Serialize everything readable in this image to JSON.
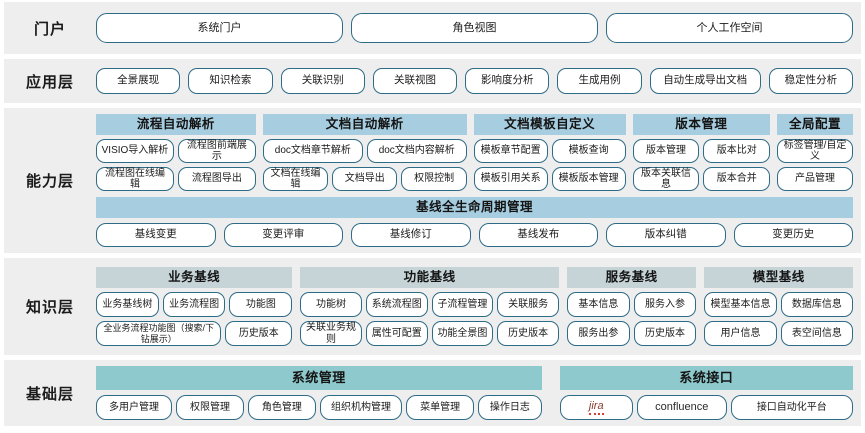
{
  "diagram": {
    "title": "系统分层架构图",
    "colors": {
      "band": "#eeeeee",
      "pill_border": "#2e6b86",
      "capability_head": "#a7cee0",
      "knowledge_head": "#c6d4d7",
      "base_head": "#8ec9cd"
    }
  },
  "layers": {
    "portal": {
      "label": "门户",
      "items": [
        {
          "label": "系统门户"
        },
        {
          "label": "角色视图"
        },
        {
          "label": "个人工作空间"
        }
      ]
    },
    "application": {
      "label": "应用层",
      "items": [
        {
          "label": "全景展现",
          "width": "w1"
        },
        {
          "label": "知识检索",
          "width": "w1"
        },
        {
          "label": "关联识别",
          "width": "w1"
        },
        {
          "label": "关联视图",
          "width": "w1"
        },
        {
          "label": "影响度分析",
          "width": "w1"
        },
        {
          "label": "生成用例",
          "width": "w1"
        },
        {
          "label": "自动生成导出文档",
          "width": "w2"
        },
        {
          "label": "稳定性分析",
          "width": "w1"
        }
      ]
    },
    "capability": {
      "label": "能力层",
      "groups": [
        {
          "title": "流程自动解析",
          "flex": 2,
          "rows": [
            [
              "VISIO导入解析",
              "流程图前端展示"
            ],
            [
              "流程图在线编辑",
              "流程图导出"
            ]
          ]
        },
        {
          "title": "文档自动解析",
          "flex": 2.55,
          "rows": [
            [
              "doc文档章节解析",
              "doc文档内容解析"
            ],
            [
              "文档在线编辑",
              "文档导出",
              "权限控制"
            ]
          ]
        },
        {
          "title": "文档模板自定义",
          "flex": 1.9,
          "rows": [
            [
              "模板章节配置",
              "模板查询"
            ],
            [
              "模板引用关系",
              "模板版本管理"
            ]
          ]
        },
        {
          "title": "版本管理",
          "flex": 1.72,
          "rows": [
            [
              "版本管理",
              "版本比对"
            ],
            [
              "版本关联信息",
              "版本合并"
            ]
          ]
        },
        {
          "title": "全局配置",
          "flex": 0.95,
          "rows": [
            [
              "标签管理/自定义"
            ],
            [
              "产品管理"
            ]
          ]
        }
      ],
      "lifecycle": {
        "title": "基线全生命周期管理",
        "items": [
          "基线变更",
          "变更评审",
          "基线修订",
          "基线发布",
          "版本纠错",
          "变更历史"
        ]
      }
    },
    "knowledge": {
      "label": "知识层",
      "groups": [
        {
          "title": "业务基线",
          "flex": 2.35,
          "rows": [
            [
              {
                "label": "业务基线树",
                "flex": 1
              },
              {
                "label": "业务流程图",
                "flex": 1
              },
              {
                "label": "功能图",
                "flex": 1
              }
            ],
            [
              {
                "label": "全业务流程功能图（搜索/下钻展示）",
                "flex": 2
              },
              {
                "label": "历史版本",
                "flex": 1
              }
            ]
          ]
        },
        {
          "title": "功能基线",
          "flex": 3.1,
          "rows": [
            [
              {
                "label": "功能树",
                "flex": 1
              },
              {
                "label": "系统流程图",
                "flex": 1
              },
              {
                "label": "子流程管理",
                "flex": 1
              },
              {
                "label": "关联服务",
                "flex": 1
              }
            ],
            [
              {
                "label": "关联业务规则",
                "flex": 1
              },
              {
                "label": "属性可配置",
                "flex": 1
              },
              {
                "label": "功能全景图",
                "flex": 1
              },
              {
                "label": "历史版本",
                "flex": 1
              }
            ]
          ]
        },
        {
          "title": "服务基线",
          "flex": 1.55,
          "rows": [
            [
              {
                "label": "基本信息",
                "flex": 1
              },
              {
                "label": "服务入参",
                "flex": 1
              }
            ],
            [
              {
                "label": "服务出参",
                "flex": 1
              },
              {
                "label": "历史版本",
                "flex": 1
              }
            ]
          ]
        },
        {
          "title": "模型基线",
          "flex": 1.78,
          "rows": [
            [
              {
                "label": "模型基本信息",
                "flex": 1
              },
              {
                "label": "数据库信息",
                "flex": 1
              }
            ],
            [
              {
                "label": "用户信息",
                "flex": 1
              },
              {
                "label": "表空间信息",
                "flex": 1
              }
            ]
          ]
        }
      ]
    },
    "base": {
      "label": "基础层",
      "groups": [
        {
          "title": "系统管理",
          "flex": 2.05,
          "rows": [
            [
              {
                "label": "多用户管理",
                "flex": 1.08
              },
              {
                "label": "权限管理",
                "flex": 0.95
              },
              {
                "label": "角色管理",
                "flex": 0.95
              },
              {
                "label": "组织机构管理",
                "flex": 1.18
              },
              {
                "label": "菜单管理",
                "flex": 0.95
              },
              {
                "label": "操作日志",
                "flex": 0.88
              }
            ]
          ]
        },
        {
          "title": "系统接口",
          "flex": 1.35,
          "rows": [
            [
              {
                "label": "jira",
                "flex": 1,
                "style": "jira"
              },
              {
                "label": "confluence",
                "flex": 1.25,
                "style": "conf"
              },
              {
                "label": "接口自动化平台",
                "flex": 1.75
              }
            ]
          ]
        }
      ]
    }
  }
}
